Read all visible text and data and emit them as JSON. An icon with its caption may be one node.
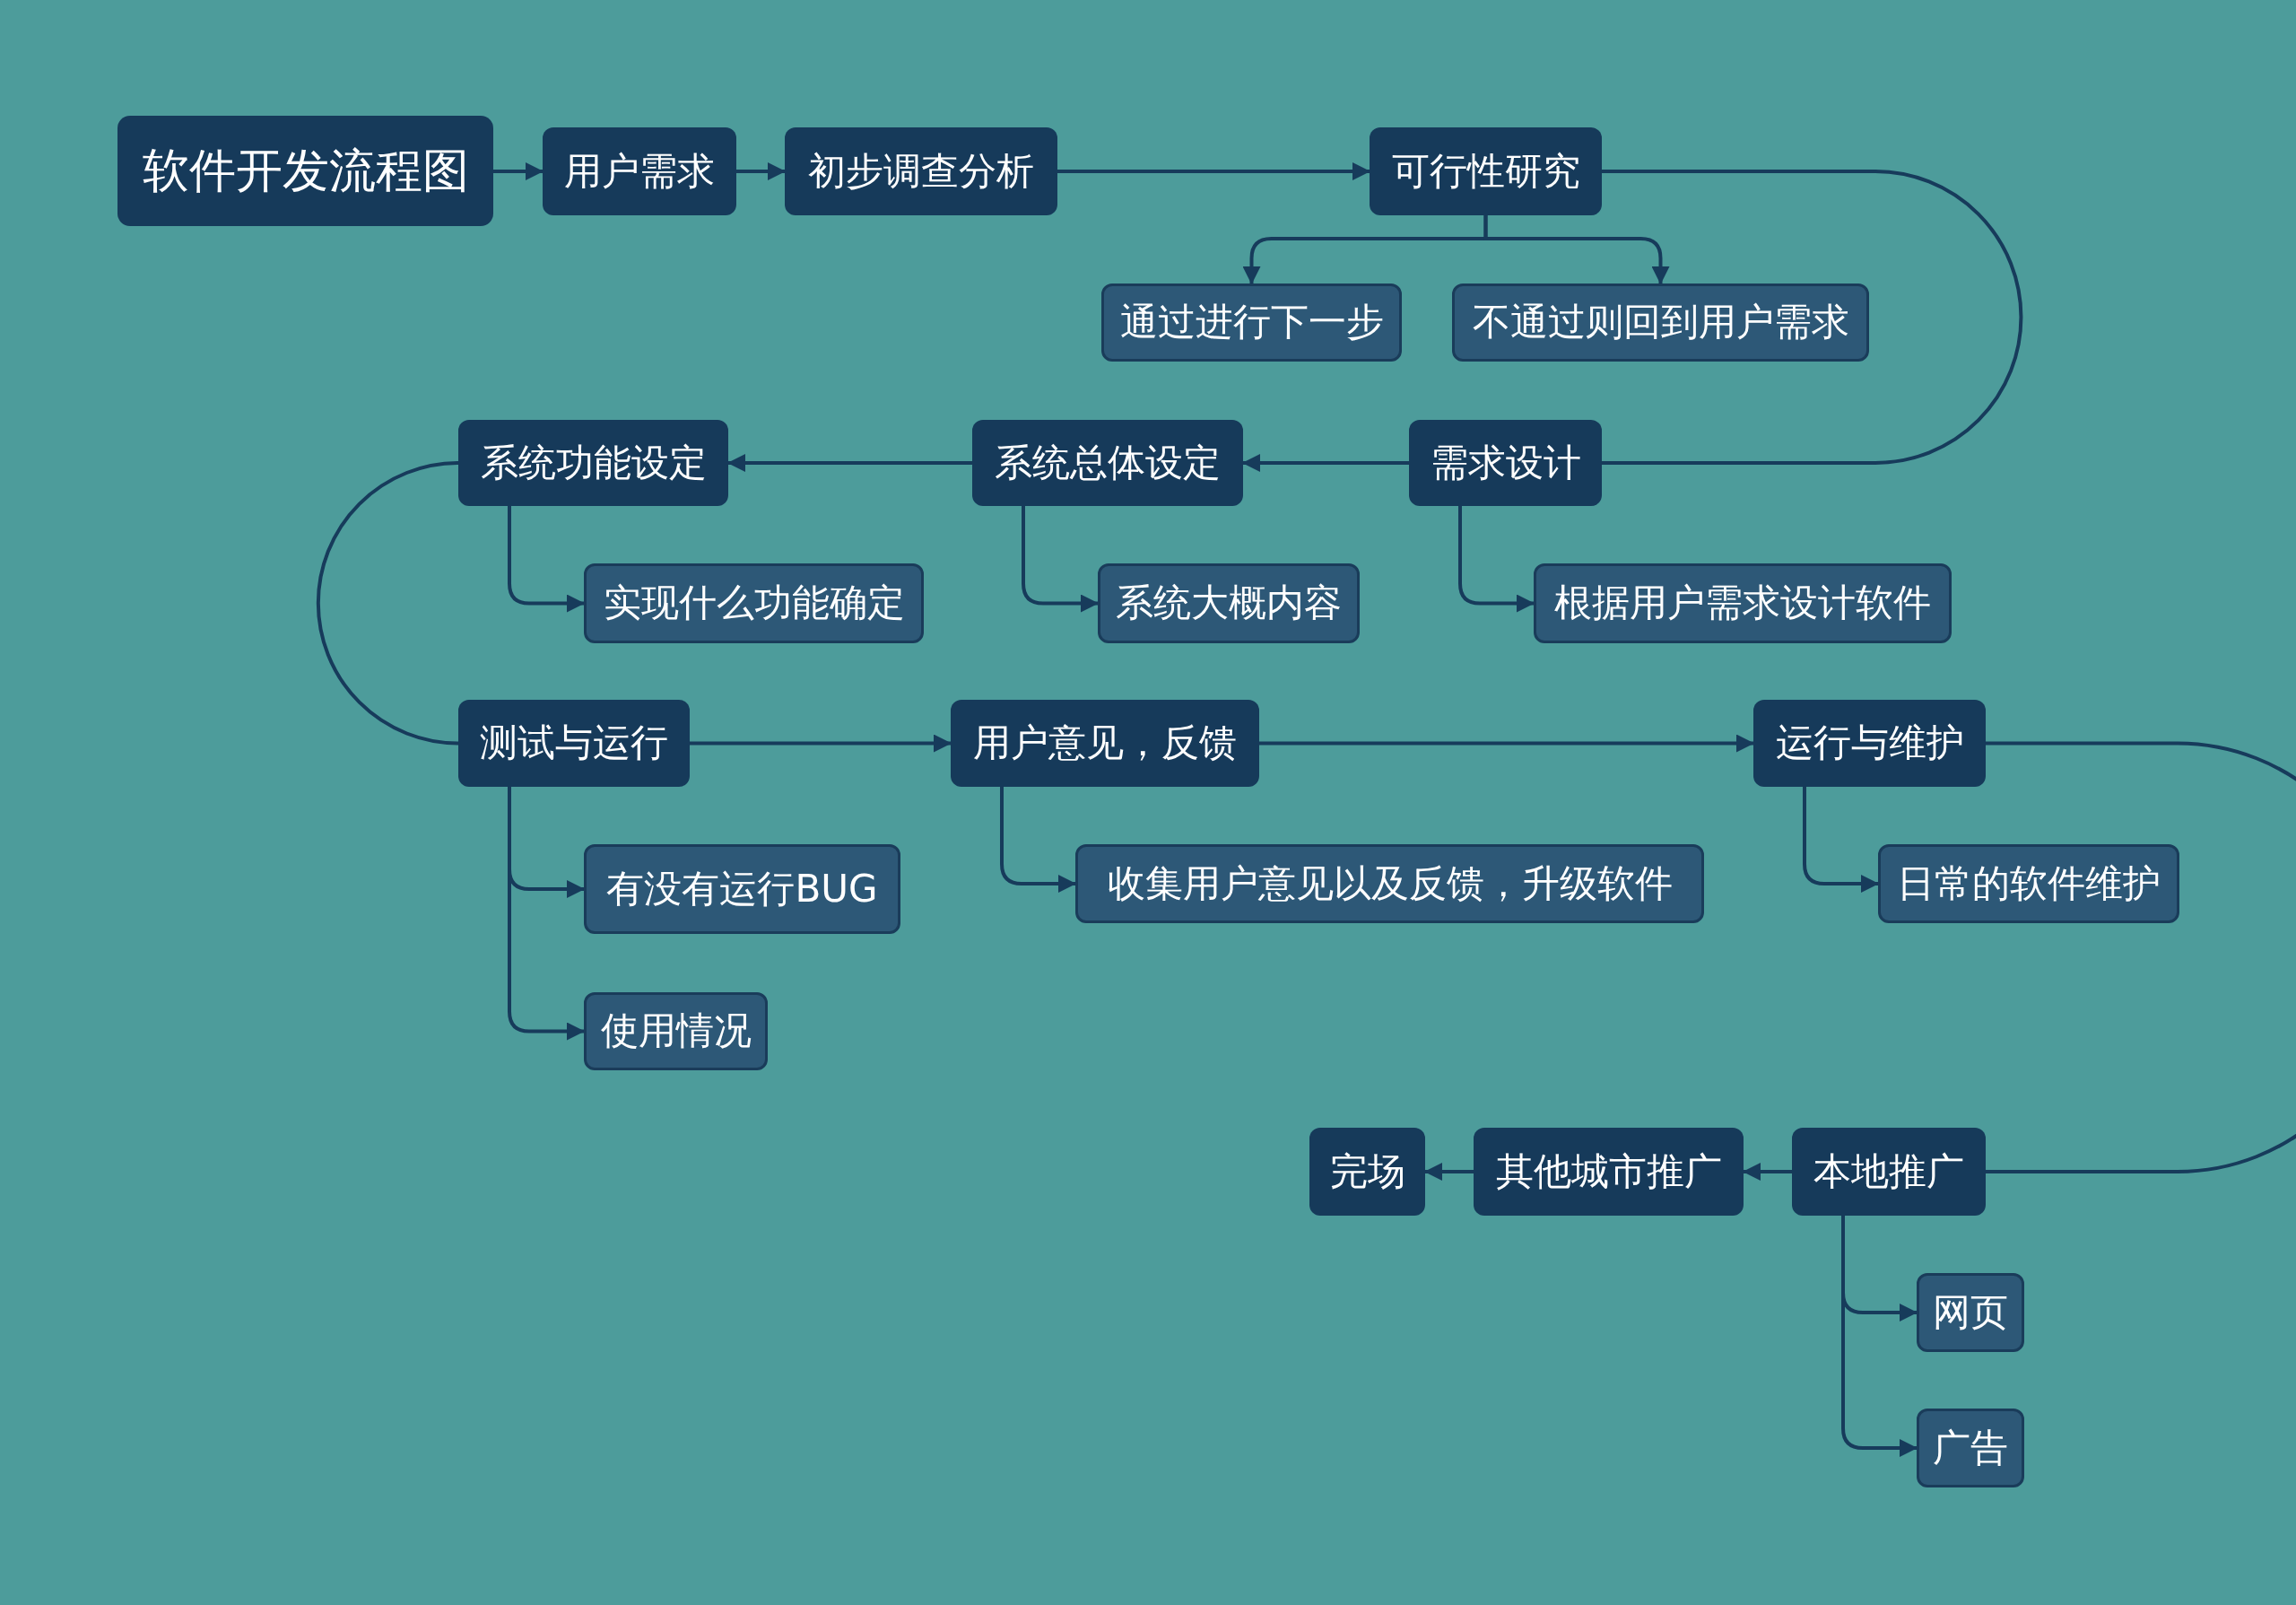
{
  "diagram": {
    "nodes": [
      {
        "text": [
          "软件开发流程图"
        ]
      },
      {
        "text": [
          "用户需求"
        ]
      },
      {
        "text": [
          "初步调查分析"
        ]
      },
      {
        "text": [
          "可行性研究"
        ]
      },
      {
        "text": [
          "通过进行下一步"
        ]
      },
      {
        "text": [
          "不通过则回到用户需求"
        ]
      },
      {
        "text": [
          "系统功能设定"
        ]
      },
      {
        "text": [
          "系统总体设定"
        ]
      },
      {
        "text": [
          "需求设计"
        ]
      },
      {
        "text": [
          "实现什么功能确定"
        ]
      },
      {
        "text": [
          "系统大概内容"
        ]
      },
      {
        "text": [
          "根据用户需求设计软件"
        ]
      },
      {
        "text": [
          "测试与运行"
        ]
      },
      {
        "text": [
          "用户意见，反馈"
        ]
      },
      {
        "text": [
          "运行与维护"
        ]
      },
      {
        "text": [
          "有没有运行BUG"
        ]
      },
      {
        "text": [
          "收集用户意见以及反馈，升级软件"
        ]
      },
      {
        "text": [
          "日常的软件维护"
        ]
      },
      {
        "text": [
          "使用情况"
        ]
      },
      {
        "text": [
          "完场"
        ]
      },
      {
        "text": [
          "其他城市推广"
        ]
      },
      {
        "text": [
          "本地推广"
        ]
      },
      {
        "text": [
          "网页"
        ]
      },
      {
        "text": [
          "广告"
        ]
      }
    ],
    "edges": [
      {
        "from": 0,
        "to": 1,
        "arrow": "to"
      },
      {
        "from": 1,
        "to": 2,
        "arrow": "to"
      },
      {
        "from": 2,
        "to": 3,
        "arrow": "to"
      },
      {
        "from": 3,
        "to": 4,
        "arrow": "to"
      },
      {
        "from": 3,
        "to": 5,
        "arrow": "to"
      },
      {
        "from": 3,
        "to": 8,
        "arrow": "none"
      },
      {
        "from": 8,
        "to": 7,
        "arrow": "to"
      },
      {
        "from": 7,
        "to": 6,
        "arrow": "to"
      },
      {
        "from": 6,
        "to": 9,
        "arrow": "to"
      },
      {
        "from": 7,
        "to": 10,
        "arrow": "to"
      },
      {
        "from": 8,
        "to": 11,
        "arrow": "to"
      },
      {
        "from": 6,
        "to": 12,
        "arrow": "none"
      },
      {
        "from": 12,
        "to": 13,
        "arrow": "to"
      },
      {
        "from": 13,
        "to": 14,
        "arrow": "to"
      },
      {
        "from": 12,
        "to": 15,
        "arrow": "to"
      },
      {
        "from": 12,
        "to": 18,
        "arrow": "to"
      },
      {
        "from": 13,
        "to": 16,
        "arrow": "to"
      },
      {
        "from": 14,
        "to": 17,
        "arrow": "to"
      },
      {
        "from": 14,
        "to": 21,
        "arrow": "none"
      },
      {
        "from": 21,
        "to": 20,
        "arrow": "to"
      },
      {
        "from": 20,
        "to": 19,
        "arrow": "to"
      },
      {
        "from": 21,
        "to": 22,
        "arrow": "to"
      },
      {
        "from": 21,
        "to": 23,
        "arrow": "to"
      }
    ]
  }
}
